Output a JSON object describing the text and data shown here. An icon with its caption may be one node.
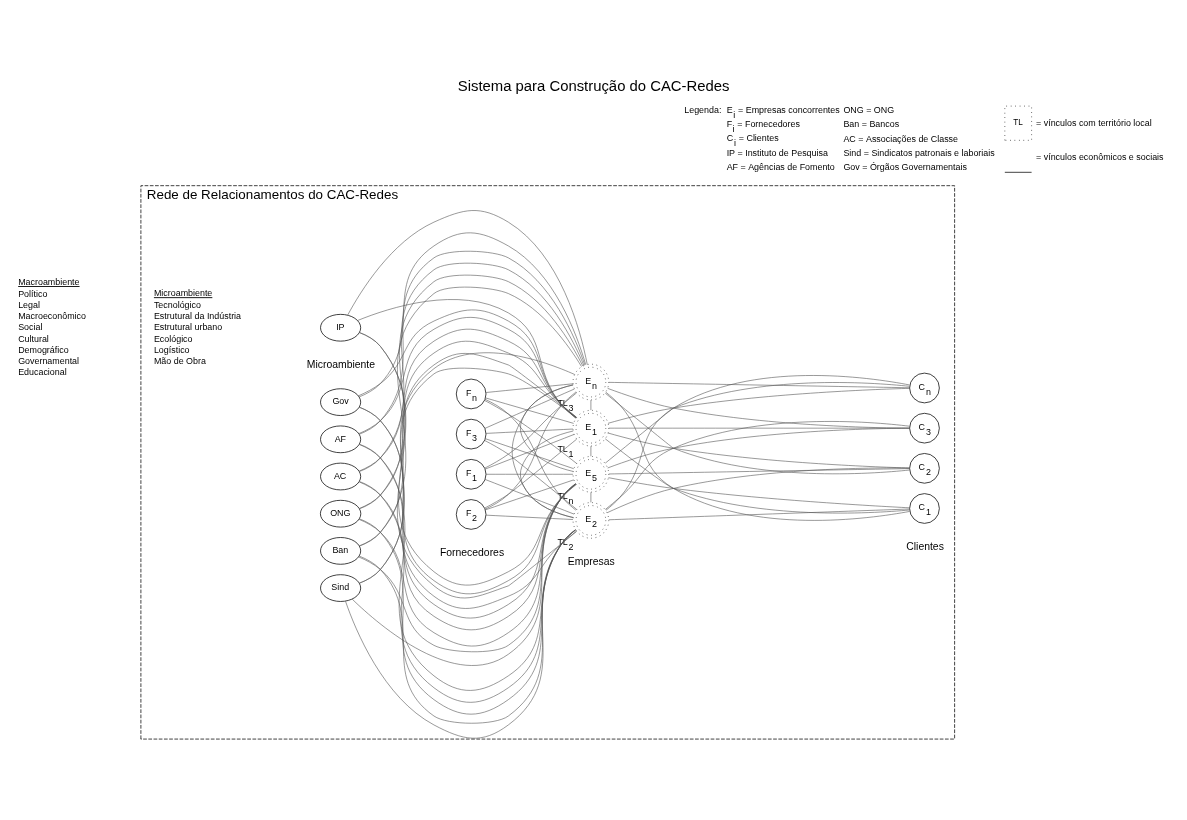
{
  "diagram": {
    "title": "Sistema para Construção do CAC-Redes",
    "nodes": [
      {
        "text": [
          "Rede de Relacionamentos do CAC-Redes"
        ]
      },
      {
        "text": [
          "IP"
        ],
        "in": 0
      },
      {
        "text": [
          "AF"
        ],
        "in": 0
      },
      {
        "text": [
          "ONG"
        ],
        "in": 0
      },
      {
        "text": [
          "Ban"
        ],
        "in": 0
      },
      {
        "text": [
          "AC"
        ],
        "in": 0
      },
      {
        "text": [
          "Sind"
        ],
        "in": 0
      },
      {
        "text": [
          "Gov"
        ],
        "in": 0
      },
      {
        "text": [
          "F$_{2}$"
        ],
        "in": 0
      },
      {
        "text": [
          "F$_{1}$"
        ],
        "in": 0
      },
      {
        "text": [
          "F$_{3}$"
        ],
        "in": 0
      },
      {
        "text": [
          "F$_{n}$"
        ],
        "in": 0
      },
      {
        "text": [
          "E$_{1}$"
        ],
        "in": 0,
        "beside": [
          "TL$_{1}$"
        ]
      },
      {
        "text": [
          "E$_{2}$"
        ],
        "in": 0,
        "beside": [
          "TL$_{2}$"
        ]
      },
      {
        "text": [
          "E$_{n}$"
        ],
        "in": 0,
        "beside": [
          "TL$_{3}$"
        ]
      },
      {
        "text": [
          "E$_{5}$"
        ],
        "in": 0,
        "beside": [
          "TL$_{n}$"
        ]
      },
      {
        "text": [
          "C$_{1}$"
        ],
        "in": 0
      },
      {
        "text": [
          "C$_{2}$"
        ],
        "in": 0
      },
      {
        "text": [
          "C$_{3}$"
        ],
        "in": 0
      },
      {
        "text": [
          "C$_{n}$"
        ],
        "in": 0
      }
    ],
    "edges": [
      {
        "from": 1,
        "to": 12,
        "arrow": "none"
      },
      {
        "from": 1,
        "to": 13,
        "arrow": "none"
      },
      {
        "from": 1,
        "to": 14,
        "arrow": "none"
      },
      {
        "from": 1,
        "to": 15,
        "arrow": "none"
      },
      {
        "from": 2,
        "to": 12,
        "arrow": "none"
      },
      {
        "from": 2,
        "to": 13,
        "arrow": "none"
      },
      {
        "from": 2,
        "to": 14,
        "arrow": "none"
      },
      {
        "from": 2,
        "to": 15,
        "arrow": "none"
      },
      {
        "from": 3,
        "to": 12,
        "arrow": "none"
      },
      {
        "from": 3,
        "to": 13,
        "arrow": "none"
      },
      {
        "from": 3,
        "to": 14,
        "arrow": "none"
      },
      {
        "from": 3,
        "to": 15,
        "arrow": "none"
      },
      {
        "from": 4,
        "to": 12,
        "arrow": "none"
      },
      {
        "from": 4,
        "to": 13,
        "arrow": "none"
      },
      {
        "from": 4,
        "to": 14,
        "arrow": "none"
      },
      {
        "from": 4,
        "to": 15,
        "arrow": "none"
      },
      {
        "from": 5,
        "to": 12,
        "arrow": "none"
      },
      {
        "from": 5,
        "to": 13,
        "arrow": "none"
      },
      {
        "from": 5,
        "to": 14,
        "arrow": "none"
      },
      {
        "from": 5,
        "to": 15,
        "arrow": "none"
      },
      {
        "from": 6,
        "to": 12,
        "arrow": "none"
      },
      {
        "from": 6,
        "to": 13,
        "arrow": "none"
      },
      {
        "from": 6,
        "to": 14,
        "arrow": "none"
      },
      {
        "from": 6,
        "to": 15,
        "arrow": "none"
      },
      {
        "from": 7,
        "to": 12,
        "arrow": "none"
      },
      {
        "from": 7,
        "to": 13,
        "arrow": "none"
      },
      {
        "from": 7,
        "to": 14,
        "arrow": "none"
      },
      {
        "from": 7,
        "to": 15,
        "arrow": "none"
      },
      {
        "from": 8,
        "to": 12,
        "arrow": "none"
      },
      {
        "from": 8,
        "to": 13,
        "arrow": "none"
      },
      {
        "from": 8,
        "to": 14,
        "arrow": "none"
      },
      {
        "from": 8,
        "to": 15,
        "arrow": "none"
      },
      {
        "from": 9,
        "to": 12,
        "arrow": "none"
      },
      {
        "from": 9,
        "to": 13,
        "arrow": "none"
      },
      {
        "from": 9,
        "to": 14,
        "arrow": "none"
      },
      {
        "from": 9,
        "to": 15,
        "arrow": "none"
      },
      {
        "from": 10,
        "to": 12,
        "arrow": "none"
      },
      {
        "from": 10,
        "to": 13,
        "arrow": "none"
      },
      {
        "from": 10,
        "to": 14,
        "arrow": "none"
      },
      {
        "from": 10,
        "to": 15,
        "arrow": "none"
      },
      {
        "from": 11,
        "to": 12,
        "arrow": "none"
      },
      {
        "from": 11,
        "to": 13,
        "arrow": "none"
      },
      {
        "from": 11,
        "to": 14,
        "arrow": "none"
      },
      {
        "from": 11,
        "to": 15,
        "arrow": "none"
      },
      {
        "from": 12,
        "to": 13,
        "arrow": "none"
      },
      {
        "from": 12,
        "to": 14,
        "arrow": "none"
      },
      {
        "from": 12,
        "to": 15,
        "arrow": "none"
      },
      {
        "from": 13,
        "to": 14,
        "arrow": "none"
      },
      {
        "from": 13,
        "to": 15,
        "arrow": "none"
      },
      {
        "from": 14,
        "to": 15,
        "arrow": "none"
      },
      {
        "from": 12,
        "to": 16,
        "arrow": "none"
      },
      {
        "from": 12,
        "to": 17,
        "arrow": "none"
      },
      {
        "from": 12,
        "to": 18,
        "arrow": "none"
      },
      {
        "from": 12,
        "to": 19,
        "arrow": "none"
      },
      {
        "from": 13,
        "to": 16,
        "arrow": "none"
      },
      {
        "from": 13,
        "to": 17,
        "arrow": "none"
      },
      {
        "from": 13,
        "to": 18,
        "arrow": "none"
      },
      {
        "from": 13,
        "to": 19,
        "arrow": "none"
      },
      {
        "from": 14,
        "to": 16,
        "arrow": "none"
      },
      {
        "from": 14,
        "to": 17,
        "arrow": "none"
      },
      {
        "from": 14,
        "to": 18,
        "arrow": "none"
      },
      {
        "from": 14,
        "to": 19,
        "arrow": "none"
      },
      {
        "from": 15,
        "to": 16,
        "arrow": "none"
      },
      {
        "from": 15,
        "to": 17,
        "arrow": "none"
      },
      {
        "from": 15,
        "to": 18,
        "arrow": "none"
      },
      {
        "from": 15,
        "to": 19,
        "arrow": "none"
      }
    ],
    "labels": [
      "Macroambiente",
      "Político",
      "Legal",
      "Macroeconômico",
      "Social",
      "Cultural",
      "Demográfico",
      "Governamental",
      "Educacional",
      "Microambiente",
      "Fornecedores",
      "Empresas",
      "Clientes",
      "Microambiente",
      "Tecnológico",
      "Estrutural da Indústria",
      "Estrutural urbano",
      "Ecológico",
      "Logístico",
      "Mão de Obra",
      "Legenda:",
      "E$_{i}$ = Empresas concorrentes",
      "ONG = ONG",
      "F$_{i}$ = Fornecedores",
      "Ban = Bancos",
      "C$_{i}$ = Clientes",
      "AC = Associações de Classe",
      "IP = Instituto de Pesquisa",
      "Sind = Sindicatos patronais e laboriais",
      "AF = Agências de Fomento",
      "Gov = Órgãos Governamentais",
      "TL"
    ],
    "legend": [
      {
        "text": "= vínculos com território local"
      },
      {
        "text": "= vínculos econômicos e sociais"
      }
    ]
  }
}
